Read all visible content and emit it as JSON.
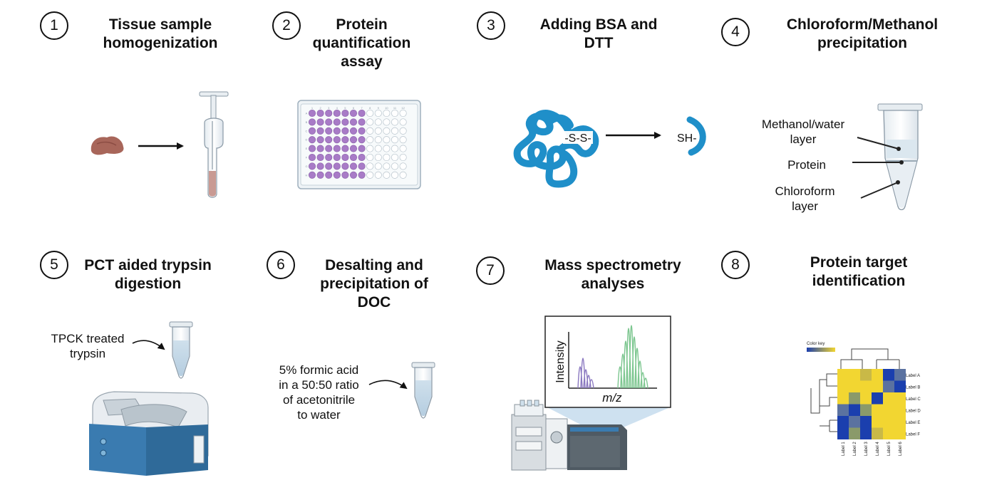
{
  "steps": [
    {
      "number": "1",
      "title_line1": "Tissue sample",
      "title_line2": "homogenization",
      "title_line3": ""
    },
    {
      "number": "2",
      "title_line1": "Protein",
      "title_line2": "quantification",
      "title_line3": "assay"
    },
    {
      "number": "3",
      "title_line1": "Adding BSA and",
      "title_line2": "DTT",
      "title_line3": ""
    },
    {
      "number": "4",
      "title_line1": "Chloroform/Methanol",
      "title_line2": "precipitation",
      "title_line3": ""
    },
    {
      "number": "5",
      "title_line1": "PCT aided trypsin",
      "title_line2": "digestion",
      "title_line3": ""
    },
    {
      "number": "6",
      "title_line1": "Desalting and",
      "title_line2": "precipitation of",
      "title_line3": "DOC"
    },
    {
      "number": "7",
      "title_line1": "Mass spectrometry",
      "title_line2": "analyses",
      "title_line3": ""
    },
    {
      "number": "8",
      "title_line1": "Protein target",
      "title_line2": "identification",
      "title_line3": ""
    }
  ],
  "step3": {
    "disulfide": "-S-S-",
    "thiol": "SH-"
  },
  "step4": {
    "layer_top_line1": "Methanol/water",
    "layer_top_line2": "layer",
    "protein": "Protein",
    "layer_bottom_line1": "Chloroform",
    "layer_bottom_line2": "layer"
  },
  "step5": {
    "reagent_line1": "TPCK treated",
    "reagent_line2": "trypsin"
  },
  "step6": {
    "reagent_line1": "5% formic acid",
    "reagent_line2": "in a 50:50 ratio",
    "reagent_line3": "of acetonitrile",
    "reagent_line4": "to water"
  },
  "step7": {
    "y_axis": "Intensity",
    "x_axis": "m/z"
  },
  "step8": {
    "color_key": "Color key",
    "row_labels": [
      "Label A",
      "Label B",
      "Label C",
      "Label D",
      "Label E",
      "Label F"
    ],
    "col_labels": [
      "Label 1",
      "Label 2",
      "Label 3",
      "Label 4",
      "Label 5",
      "Label 6"
    ]
  },
  "plate": {
    "rows": [
      "A",
      "B",
      "C",
      "D",
      "E",
      "F",
      "G",
      "H"
    ],
    "cols": [
      "1",
      "2",
      "3",
      "4",
      "5",
      "6",
      "7",
      "8",
      "9",
      "10",
      "11",
      "12"
    ],
    "filled_columns": 7
  },
  "colors": {
    "step3_protein": "#1f8fc9",
    "plate_filled": "#a87bc7",
    "spectrum_low": "#8a78c0",
    "spectrum_high": "#7cc68f",
    "heatmap_yellow": "#f2d631",
    "heatmap_blue": "#1b3fae",
    "instrument_blue": "#3a7bb0"
  }
}
